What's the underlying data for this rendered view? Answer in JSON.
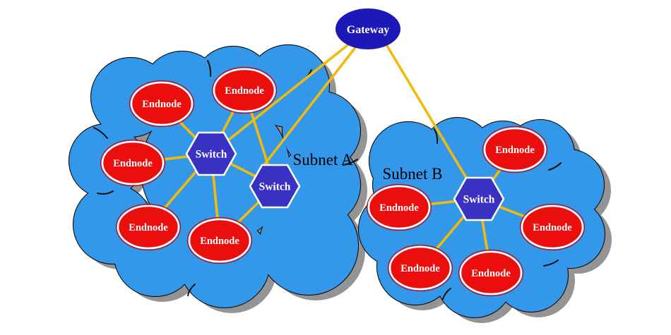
{
  "colors": {
    "background": "#ffffff",
    "cloud-fill": "#3397ea",
    "cloud-outline": "#0d0d0d",
    "cloud-shadow": "#949494",
    "endnode-fill": "#ec0d0d",
    "endnode-outer-ring": "#cc0505",
    "node-ring": "#ffffff",
    "switch-fill": "#3831c2",
    "gateway-fill": "#1d18b8",
    "link": "#f2bb0c",
    "label-text": "#000000",
    "node-text": "#ffffff"
  },
  "diagram": {
    "gateway": {
      "label": "Gateway"
    },
    "subnets": [
      {
        "name": "Subnet A",
        "switches": [
          "Switch",
          "Switch"
        ],
        "endnodes": [
          "Endnode",
          "Endnode",
          "Endnode",
          "Endnode",
          "Endnode"
        ]
      },
      {
        "name": "Subnet B",
        "switches": [
          "Switch"
        ],
        "endnodes": [
          "Endnode",
          "Endnode",
          "Endnode",
          "Endnode",
          "Endnode"
        ]
      }
    ],
    "connections": [
      [
        "gateway",
        "subnet-a-switch-1"
      ],
      [
        "gateway",
        "subnet-a-switch-2"
      ],
      [
        "gateway",
        "subnet-b-switch-1"
      ],
      [
        "subnet-a-switch-1",
        "subnet-a-switch-2"
      ],
      [
        "subnet-a-switch-1",
        "subnet-a-endnode-1"
      ],
      [
        "subnet-a-switch-1",
        "subnet-a-endnode-2"
      ],
      [
        "subnet-a-switch-1",
        "subnet-a-endnode-3"
      ],
      [
        "subnet-a-switch-1",
        "subnet-a-endnode-4"
      ],
      [
        "subnet-a-switch-1",
        "subnet-a-endnode-5"
      ],
      [
        "subnet-a-switch-2",
        "subnet-a-endnode-2"
      ],
      [
        "subnet-a-switch-2",
        "subnet-a-endnode-5"
      ],
      [
        "subnet-b-switch-1",
        "subnet-b-endnode-1"
      ],
      [
        "subnet-b-switch-1",
        "subnet-b-endnode-2"
      ],
      [
        "subnet-b-switch-1",
        "subnet-b-endnode-3"
      ],
      [
        "subnet-b-switch-1",
        "subnet-b-endnode-4"
      ],
      [
        "subnet-b-switch-1",
        "subnet-b-endnode-5"
      ]
    ]
  }
}
